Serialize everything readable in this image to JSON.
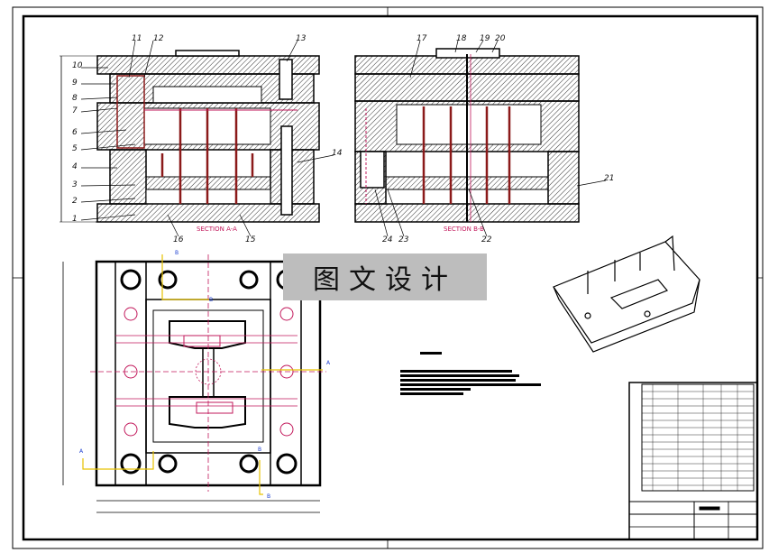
{
  "watermark": "图文设计",
  "section_labels": {
    "left": "SECTION A-A",
    "right": "SECTION B-B"
  },
  "callouts_left": [
    "1",
    "2",
    "3",
    "4",
    "5",
    "6",
    "7",
    "8",
    "9",
    "10"
  ],
  "callouts_top": [
    "11",
    "12",
    "13",
    "14",
    "15",
    "16",
    "17",
    "18",
    "19",
    "20",
    "21",
    "22",
    "23",
    "24"
  ],
  "view_markers": {
    "a": "A",
    "b": "B"
  },
  "colors": {
    "line": "#000000",
    "section": "#c2185b",
    "hatch": "#333333",
    "blue": "#1d3fd0",
    "yellow": "#e6c200"
  }
}
